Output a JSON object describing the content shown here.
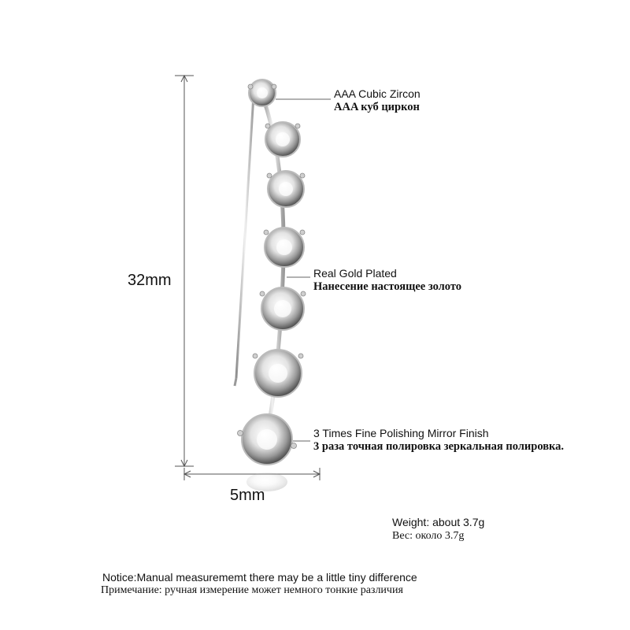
{
  "dimensions": {
    "height": "32mm",
    "width": "5mm"
  },
  "callouts": [
    {
      "en": "AAA Cubic Zircon",
      "ru": "AAA куб циркон"
    },
    {
      "en": "Real Gold Plated",
      "ru": "Нанесение настоящее золото"
    },
    {
      "en": "3 Times Fine Polishing Mirror Finish",
      "ru": "3 раза точная полировка зеркальная полировка."
    }
  ],
  "weight": {
    "en": "Weight: about  3.7g",
    "ru": "Вес: около  3.7g"
  },
  "notice": {
    "en": "Notice:Manual measurememt there may be a little tiny difference",
    "ru": "Примечание: ручная измерение может немного тонкие различия"
  },
  "colors": {
    "background": "#ffffff",
    "dimension_line": "#555555",
    "metal": "#c9c9c9",
    "stone": "#f4f4f4"
  }
}
